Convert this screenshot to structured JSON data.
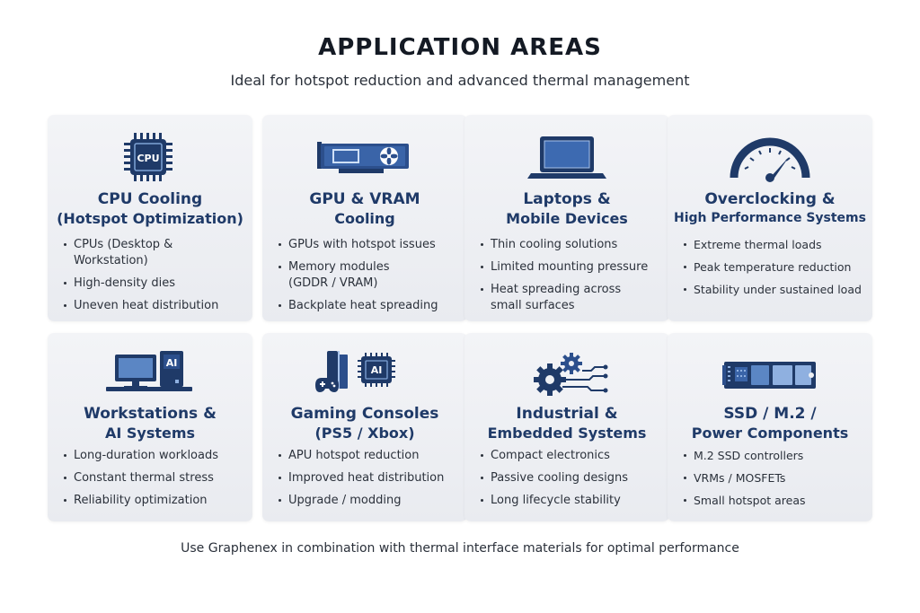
{
  "header": {
    "title": "APPLICATION AREAS",
    "subtitle": "Ideal for hotspot reduction and advanced thermal management"
  },
  "colors": {
    "accent": "#1f3a68",
    "icon_light": "#5b86c4",
    "card_bg": "#eef0f4"
  },
  "cards": [
    {
      "icon": "cpu-chip-icon",
      "icon_label": "CPU",
      "title_line1": "CPU Cooling",
      "title_line2": "(Hotspot Optimization)",
      "bullets": [
        "CPUs (Desktop & Workstation)",
        "High-density dies",
        "Uneven heat distribution"
      ]
    },
    {
      "icon": "graphics-card-icon",
      "title_line1": "GPU & VRAM",
      "title_line2": "Cooling",
      "bullets": [
        "GPUs with hotspot issues",
        "Memory modules",
        "(GDDR / VRAM)",
        "Backplate heat spreading"
      ]
    },
    {
      "icon": "laptop-icon",
      "title_line1": "Laptops &",
      "title_line2": "Mobile Devices",
      "bullets": [
        "Thin cooling solutions",
        "Limited mounting pressure",
        "Heat spreading across",
        "small surfaces"
      ]
    },
    {
      "icon": "speedometer-icon",
      "title_line1": "Overclocking &",
      "title_line2": "High Performance Systems",
      "bullets": [
        "Extreme thermal loads",
        "Peak temperature reduction",
        "Stability under sustained load"
      ]
    },
    {
      "icon": "workstation-icon",
      "icon_label": "AI",
      "title_line1": "Workstations &",
      "title_line2": "AI Systems",
      "bullets": [
        "Long-duration workloads",
        "Constant thermal stress",
        "Reliability optimization"
      ]
    },
    {
      "icon": "game-console-icon",
      "icon_label": "AI",
      "title_line1": "Gaming Consoles",
      "title_line2": "(PS5 / Xbox)",
      "bullets": [
        "APU hotspot reduction",
        "Improved heat distribution",
        "Upgrade / modding"
      ]
    },
    {
      "icon": "gears-circuit-icon",
      "title_line1": "Industrial &",
      "title_line2": "Embedded Systems",
      "bullets": [
        "Compact electronics",
        "Passive cooling designs",
        "Long lifecycle stability"
      ]
    },
    {
      "icon": "ssd-board-icon",
      "title_line1": "SSD / M.2 /",
      "title_line2": "Power Components",
      "bullets": [
        "M.2 SSD controllers",
        "VRMs / MOSFETs",
        "Small hotspot areas"
      ]
    }
  ],
  "footer": {
    "note": "Use Graphenex in combination with thermal interface materials for optimal performance"
  }
}
